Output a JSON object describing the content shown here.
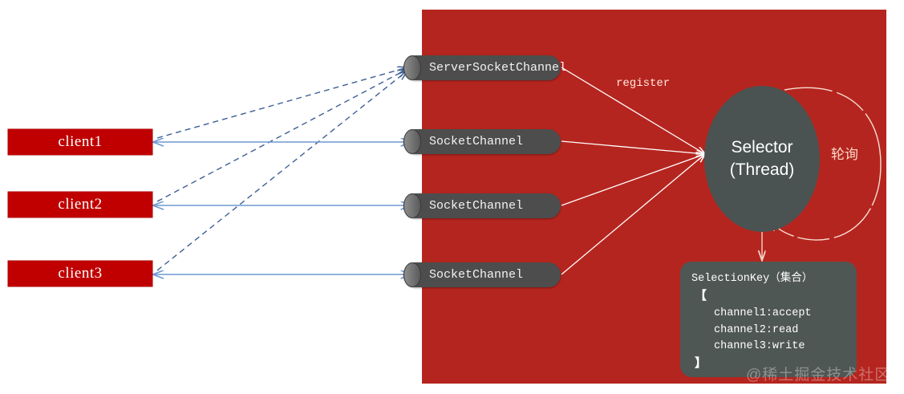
{
  "diagram": {
    "title": "NIO Selector Multiplexing Diagram",
    "colors": {
      "server_panel": "#b5251f",
      "client_box": "#c00000",
      "channel_box": "#4d4d4d",
      "selector_fill": "#4a5352",
      "selection_key_fill": "#4f5755",
      "client_link": "#6f9ad1",
      "register_link": "#ffffff",
      "text_light": "#ffffff"
    },
    "clients": [
      {
        "label": "client1"
      },
      {
        "label": "client2"
      },
      {
        "label": "client3"
      }
    ],
    "channels": [
      {
        "label": "ServerSocketChannel"
      },
      {
        "label": "SocketChannel"
      },
      {
        "label": "SocketChannel"
      },
      {
        "label": "SocketChannel"
      }
    ],
    "selector": {
      "line1": "Selector",
      "line2": "(Thread)"
    },
    "labels": {
      "register": "register",
      "polling": "轮询"
    },
    "selection_key": {
      "title": "SelectionKey（集合）",
      "open_brace": "【",
      "close_brace": "】",
      "items": [
        "channel1:accept",
        "channel2:read",
        "channel3:write"
      ]
    },
    "watermark": "@稀土掘金技术社区"
  }
}
